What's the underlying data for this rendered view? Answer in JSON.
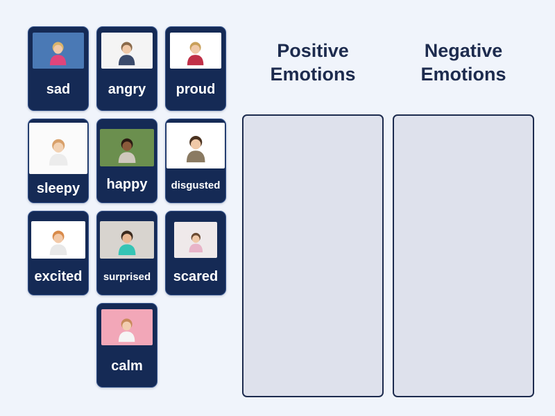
{
  "board": {
    "background": "#f0f4fb",
    "card_color": "#152a55",
    "card_border_color": "#31508a",
    "card_label_color": "#ffffff",
    "zone_fill": "#dee1ec",
    "zone_border": "#1d2b4e",
    "header_color": "#1d2b4e"
  },
  "cards": [
    {
      "label": "sad",
      "photo": "girl-frowning-blue-background",
      "photo_bg": "#4a79b5",
      "hair": "#d9b36a",
      "skin": "#f0c9a8",
      "shirt": "#e0457b",
      "variant": "default"
    },
    {
      "label": "angry",
      "photo": "boy-clutching-head",
      "photo_bg": "#f4f4f4",
      "hair": "#8a6a4a",
      "skin": "#f0c9a8",
      "shirt": "#3a4a6b",
      "variant": "default"
    },
    {
      "label": "proud",
      "photo": "girl-thumbs-up",
      "photo_bg": "#ffffff",
      "hair": "#c9a05a",
      "skin": "#f0c9a8",
      "shirt": "#c03048",
      "variant": "default"
    },
    {
      "label": "sleepy",
      "photo": "girl-yawning",
      "photo_bg": "#fbfbfb",
      "hair": "#d8a06a",
      "skin": "#f2d2b4",
      "shirt": "#ececec",
      "variant": "tall"
    },
    {
      "label": "happy",
      "photo": "girl-smiling-green-background",
      "photo_bg": "#6b8f4e",
      "hair": "#2a1a12",
      "skin": "#8a5a3a",
      "shirt": "#cfc8bd",
      "variant": "mid"
    },
    {
      "label": "disgusted",
      "photo": "boy-holding-nose-with-shoe",
      "photo_bg": "#ffffff",
      "hair": "#4a3220",
      "skin": "#f0c9a8",
      "shirt": "#8a7a62",
      "variant": "wide"
    },
    {
      "label": "excited",
      "photo": "boy-arms-raised",
      "photo_bg": "#ffffff",
      "hair": "#d88a4a",
      "skin": "#f2c9a8",
      "shirt": "#e8e8e8",
      "variant": "mid"
    },
    {
      "label": "surprised",
      "photo": "girl-hands-up-mouth-open",
      "photo_bg": "#d8d4cf",
      "hair": "#3a2a1e",
      "skin": "#e8b894",
      "shirt": "#35c4b5",
      "variant": "mid"
    },
    {
      "label": "scared",
      "photo": "girl-covering-mouth",
      "photo_bg": "#efe9ea",
      "hair": "#6a4a32",
      "skin": "#f0c9a8",
      "shirt": "#e8b4c8",
      "variant": "small"
    },
    {
      "label": "calm",
      "photo": "girl-hands-on-chest-pink-background",
      "photo_bg": "#f2a7b8",
      "hair": "#c88a5a",
      "skin": "#f2cdb0",
      "shirt": "#f5f5f5",
      "variant": "default",
      "grid_column": 2
    }
  ],
  "categories": [
    {
      "title": "Positive Emotions"
    },
    {
      "title": "Negative Emotions"
    }
  ]
}
